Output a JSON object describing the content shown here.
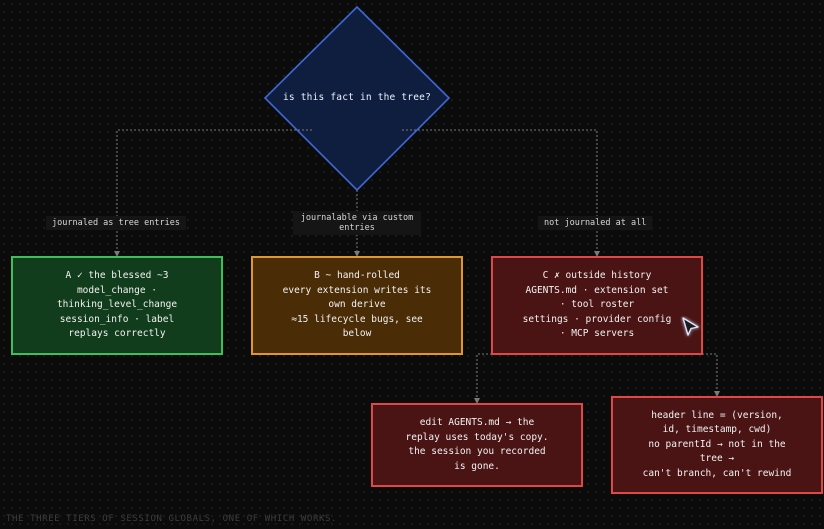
{
  "question": "is this fact in the tree?",
  "edges": {
    "left": "journaled as tree entries",
    "middle": "journalable via custom entries",
    "right": "not journaled at all"
  },
  "boxes": {
    "a": [
      "A ✓ the blessed ~3",
      "model_change ·",
      "thinking_level_change",
      "session_info · label",
      "replays correctly"
    ],
    "b": [
      "B ~ hand-rolled",
      "every extension writes its",
      "own derive",
      "≈15 lifecycle bugs, see",
      "below"
    ],
    "c": [
      "C ✗ outside history",
      "AGENTS.md · extension set",
      "· tool roster",
      "settings · provider config",
      "· MCP servers"
    ],
    "c1": [
      "edit AGENTS.md → the",
      "replay uses today's copy.",
      "the session you recorded",
      "is gone."
    ],
    "c2": [
      "header line = (version,",
      "id, timestamp, cwd)",
      "no parentId → not in the",
      "tree →",
      "can't branch, can't rewind"
    ]
  },
  "caption": "THE THREE TIERS OF SESSION GLOBALS, ONE OF WHICH WORKS.",
  "colors": {
    "diamond_fill": "#0f1e3e",
    "diamond_stroke": "#3f68d6",
    "green": "#3fbf5a",
    "orange": "#e0982e",
    "red": "#e04848"
  }
}
